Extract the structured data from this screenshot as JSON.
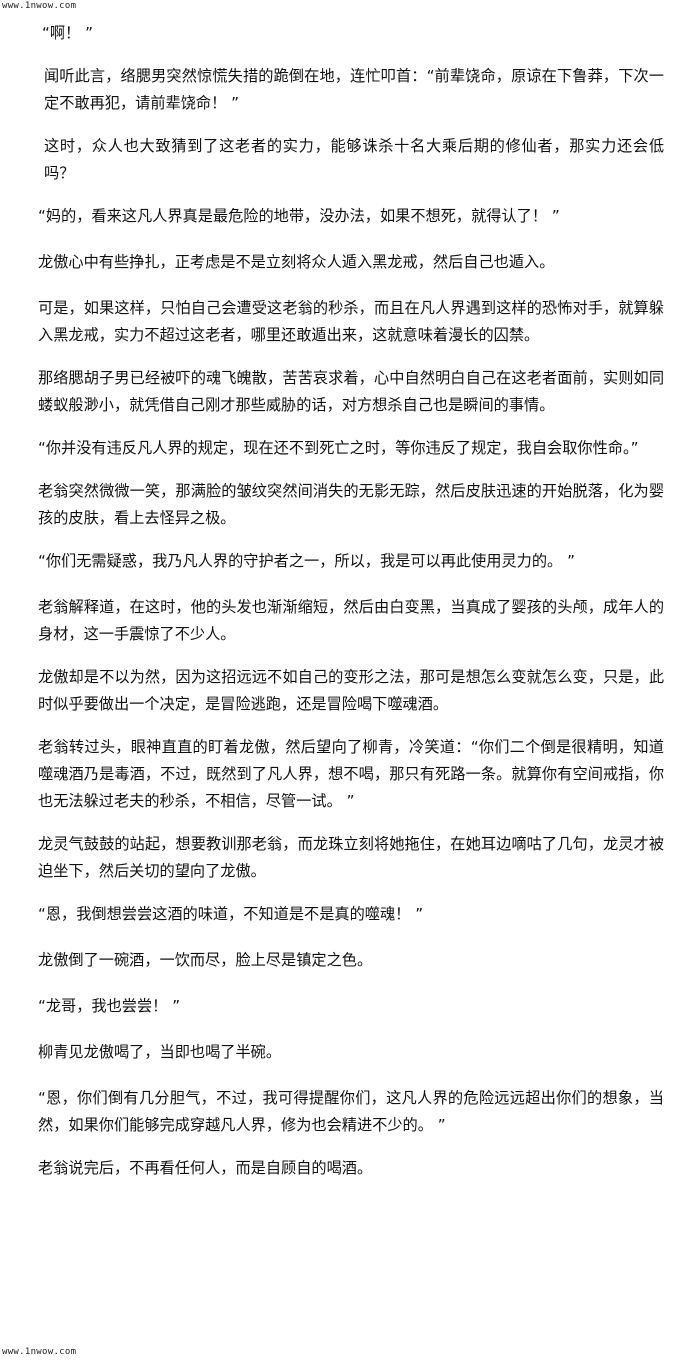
{
  "site": {
    "url_top": "www.1nwow.com",
    "url_bottom": "www.1nwow.com"
  },
  "paragraphs": [
    "“啊！ ”",
    "闻听此言，络腮男突然惊慌失措的跪倒在地，连忙叩首：“前辈饶命，原谅在下鲁莽，下次一定不敢再犯，请前辈饶命！ ”",
    "这时，众人也大致猜到了这老者的实力，能够诛杀十名大乘后期的修仙者，那实力还会低吗？",
    "“妈的，看来这凡人界真是最危险的地带，没办法，如果不想死，就得认了！ ”",
    "龙傲心中有些挣扎，正考虑是不是立刻将众人遁入黑龙戒，然后自己也遁入。",
    "可是，如果这样，只怕自己会遭受这老翁的秒杀，而且在凡人界遇到这样的恐怖对手，就算躲入黑龙戒，实力不超过这老者，哪里还敢遁出来，这就意味着漫长的囚禁。",
    "那络腮胡子男已经被吓的魂飞魄散，苦苦哀求着，心中自然明白自己在这老者面前，实则如同蝼蚁般渺小，就凭借自己刚才那些威胁的话，对方想杀自己也是瞬间的事情。",
    "“你并没有违反凡人界的规定，现在还不到死亡之时，等你违反了规定，我自会取你性命。”",
    "老翁突然微微一笑，那满脸的皱纹突然间消失的无影无踪，然后皮肤迅速的开始脱落，化为婴孩的皮肤，看上去怪异之极。",
    "“你们无需疑惑，我乃凡人界的守护者之一，所以，我是可以再此使用灵力的。 ”",
    "老翁解释道，在这时，他的头发也渐渐缩短，然后由白变黑，当真成了婴孩的头颅，成年人的身材，这一手震惊了不少人。",
    "龙傲却是不以为然，因为这招远远不如自己的变形之法，那可是想怎么变就怎么变，只是，此时似乎要做出一个决定，是冒险逃跑，还是冒险喝下噬魂酒。",
    "老翁转过头，眼神直直的盯着龙傲，然后望向了柳青，冷笑道：“你们二个倒是很精明，知道噬魂酒乃是毒酒，不过，既然到了凡人界，想不喝，那只有死路一条。就算你有空间戒指，你也无法躲过老夫的秒杀，不相信，尽管一试。 ”",
    "龙灵气鼓鼓的站起，想要教训那老翁，而龙珠立刻将她拖住，在她耳边嘀咕了几句，龙灵才被迫坐下，然后关切的望向了龙傲。",
    "“恩，我倒想尝尝这酒的味道，不知道是不是真的噬魂！ ”",
    "龙傲倒了一碗酒，一饮而尽，脸上尽是镇定之色。",
    "“龙哥，我也尝尝！ ”",
    "柳青见龙傲喝了，当即也喝了半碗。",
    "“恩，你们倒有几分胆气，不过，我可得提醒你们，这凡人界的危险远远超出你们的想象，当然，如果你们能够完成穿越凡人界，修为也会精进不少的。 ”",
    "老翁说完后，不再看任何人，而是自顾自的喝酒。"
  ]
}
